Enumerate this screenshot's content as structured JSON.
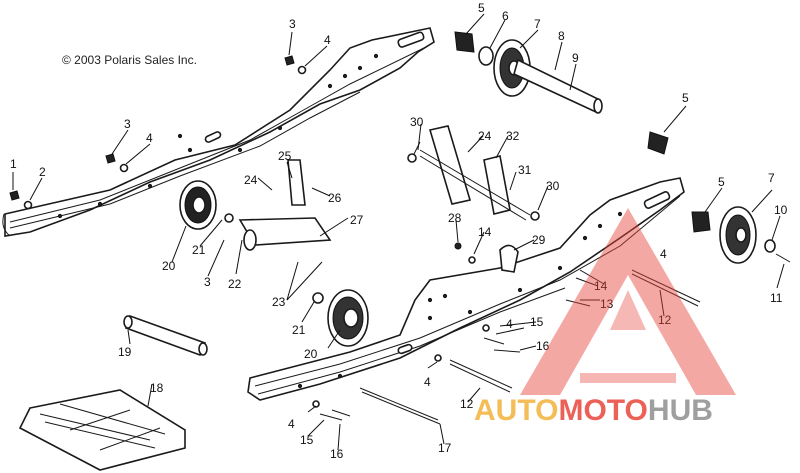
{
  "copyright": "© 2003 Polaris Sales Inc.",
  "callouts": [
    {
      "id": "c1",
      "label": "1"
    },
    {
      "id": "c2",
      "label": "2"
    },
    {
      "id": "c3a",
      "label": "3"
    },
    {
      "id": "c3b",
      "label": "3"
    },
    {
      "id": "c3c",
      "label": "3"
    },
    {
      "id": "c4a",
      "label": "4"
    },
    {
      "id": "c4b",
      "label": "4"
    },
    {
      "id": "c4c",
      "label": "4"
    },
    {
      "id": "c4d",
      "label": "4"
    },
    {
      "id": "c4e",
      "label": "4"
    },
    {
      "id": "c4f",
      "label": "4"
    },
    {
      "id": "c5a",
      "label": "5"
    },
    {
      "id": "c5b",
      "label": "5"
    },
    {
      "id": "c5c",
      "label": "5"
    },
    {
      "id": "c6",
      "label": "6"
    },
    {
      "id": "c7a",
      "label": "7"
    },
    {
      "id": "c7b",
      "label": "7"
    },
    {
      "id": "c8",
      "label": "8"
    },
    {
      "id": "c9",
      "label": "9"
    },
    {
      "id": "c10",
      "label": "10"
    },
    {
      "id": "c11",
      "label": "11"
    },
    {
      "id": "c12a",
      "label": "12"
    },
    {
      "id": "c12b",
      "label": "12"
    },
    {
      "id": "c13",
      "label": "13"
    },
    {
      "id": "c14a",
      "label": "14"
    },
    {
      "id": "c14b",
      "label": "14"
    },
    {
      "id": "c15a",
      "label": "15"
    },
    {
      "id": "c15b",
      "label": "15"
    },
    {
      "id": "c16a",
      "label": "16"
    },
    {
      "id": "c16b",
      "label": "16"
    },
    {
      "id": "c17",
      "label": "17"
    },
    {
      "id": "c18",
      "label": "18"
    },
    {
      "id": "c19",
      "label": "19"
    },
    {
      "id": "c20a",
      "label": "20"
    },
    {
      "id": "c20b",
      "label": "20"
    },
    {
      "id": "c21a",
      "label": "21"
    },
    {
      "id": "c21b",
      "label": "21"
    },
    {
      "id": "c22",
      "label": "22"
    },
    {
      "id": "c23",
      "label": "23"
    },
    {
      "id": "c24a",
      "label": "24"
    },
    {
      "id": "c24b",
      "label": "24"
    },
    {
      "id": "c25",
      "label": "25"
    },
    {
      "id": "c26",
      "label": "26"
    },
    {
      "id": "c27",
      "label": "27"
    },
    {
      "id": "c28",
      "label": "28"
    },
    {
      "id": "c29",
      "label": "29"
    },
    {
      "id": "c30a",
      "label": "30"
    },
    {
      "id": "c30b",
      "label": "30"
    },
    {
      "id": "c31",
      "label": "31"
    },
    {
      "id": "c32",
      "label": "32"
    }
  ],
  "watermark": {
    "part1": "AUTO",
    "part2": "MOTO",
    "part3": "HUB",
    "color_orange": "#f3b23a",
    "color_red": "#e8463c",
    "color_gray": "#8f8f8f"
  }
}
